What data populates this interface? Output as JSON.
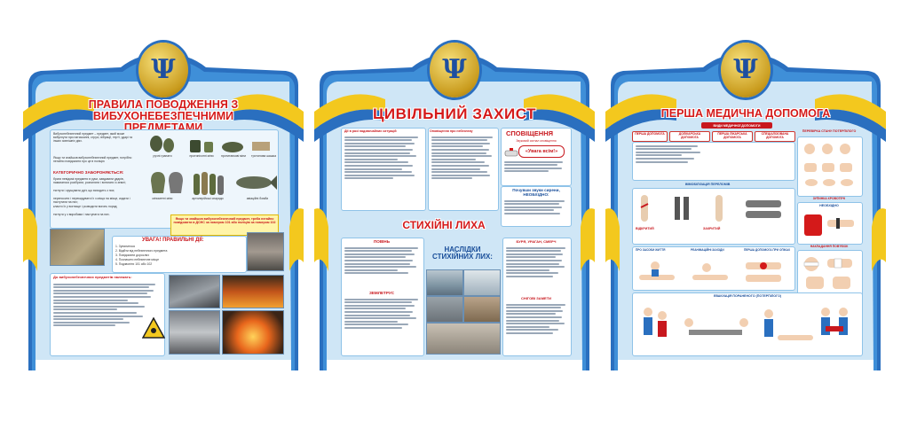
{
  "colors": {
    "blue": "#2a6fbf",
    "yellow": "#f3c81e",
    "red": "#d41a1a",
    "panel": "#eef6fc"
  },
  "boards": [
    {
      "id": "uxo",
      "title_line1": "ПРАВИЛА ПОВОДЖЕННЯ З",
      "title_line2": "ВИБУХОНЕБЕЗПЕЧНИМИ ПРЕДМЕТАМИ",
      "intro": "Вибухонебезпечний предмет – предмет, який може вибухнути при натисканні, струсі, вібрації, тертї, ударі та інших зовнішніх діях.",
      "intro2": "Якщо ти знайшов вибухонебезпечний предмет, потрібно негайно повідомити про це в поліцію",
      "forbidden_title": "КАТЕГОРИЧНО ЗАБОРОНЯЄТЬСЯ:",
      "forbidden": [
        "брати невідомі предмети в руки, завдавати ударів, намагатися розібрати, розпиляти і витягати із землі;",
        "тягнути і зрушувати дріт, що виходить з них;",
        "переносити і перекидувати їх з місця на місце, кидати і наступати на них;",
        "класти їх у вогнище і розводити вогонь поряд;",
        "тягнути у з виробами і наступати на них."
      ],
      "labels": [
        "ручні гранати",
        "протипіхотні міни",
        "протитанкові міни",
        "тротилова шашка",
        "міномет­ні міни",
        "артилерійські снаряди",
        "авіаційні бомби"
      ],
      "yellow_note": "Якщо ти знайшов вибухонебезпечний предмет, треба негайно повідомити в ДСНС за номером 101 або поліцію за номером 102",
      "attention_title": "УВАГА! ПРАВИЛЬНІ ДІЇ:",
      "attention": [
        "1. Зупинитися",
        "2. Відійти від небезпечного предмета",
        "3. Повідомити дорослих",
        "4. Позначити небезпечне місце",
        "5. Подзвоніти 101 або 102"
      ],
      "bottom_title": "До вибухонебезпечних предметів належать:"
    },
    {
      "id": "civil",
      "title": "ЦИВІЛЬНИЙ ЗАХИСТ",
      "col1_title": "Дії в разі надзвичайних ситуацій",
      "col2_title": "Оповіщення про небезпеку",
      "alert_title": "СПОВІЩЕННЯ",
      "alert_sub": "Звуковий сигнал оповіщення",
      "alert_call": "«Увага всім!»",
      "siren_title": "Почувши звуки сирени, НЕОБХІДНО:",
      "disaster_title": "СТИХІЙНІ ЛИХА",
      "flood": "ПОВІНЬ",
      "earthquake": "ЗЕМЛЕТРУС",
      "consequences_line1": "НАСЛІДКИ",
      "consequences_line2": "СТИХІЙНИХ ЛИХ:",
      "storm": "БУРЯ, УРАГАН, СМЕРЧ",
      "snow": "СНІГОВІ ЗАМЕТИ"
    },
    {
      "id": "firstaid",
      "title": "ПЕРША МЕДИЧНА ДОПОМОГА",
      "sub": "ВИДИ МЕДИЧНОЇ ДОПОМОГИ",
      "sections": [
        "ПЕРША ДОПОМОГА",
        "ДОЛІКАРСЬКА ДОПОМОГА",
        "ПЕРША ЛІКАРСЬКА ДОПОМОГА",
        "СПЕЦІАЛІЗОВАНА ДОПОМОГА"
      ],
      "right_title": "ПЕРЕВІРКА СТАНУ ПОТЕРПІЛОГО",
      "immob": "ІММОБІЛІЗАЦІЯ ПЕРЕЛОМІВ",
      "bleeding": "ЗУПИНКА КРОВОТЕЧІ",
      "bandage": "НАКЛАДАННЯ ПОВ'ЯЗОК",
      "open": "ВІДКРИТИЙ",
      "closed": "ЗАКРИТИЙ",
      "necessary": "НЕОБХІДНО",
      "cpr": "ПРО ЗАСОБИ ЖИТТЯ",
      "rean": "РЕАНІМАЦІЙНІ ЗАХОДИ",
      "burns": "ПЕРША ДОПОМОГА ПРИ ОПІКАХ",
      "evac": "ЕВАКУАЦІЯ ПОРАНЕНОГО (ПОТЕРПІЛОГО)"
    }
  ]
}
